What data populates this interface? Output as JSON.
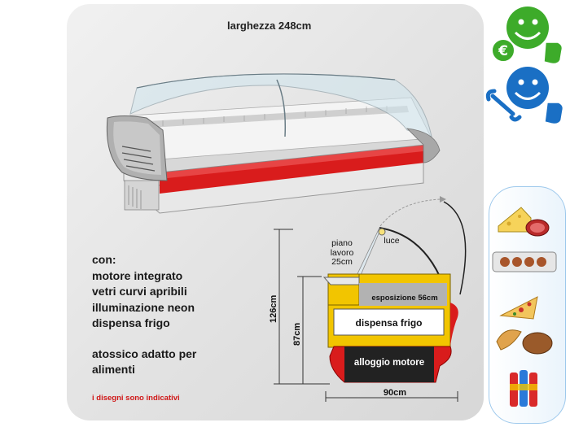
{
  "title": "larghezza 248cm",
  "features": {
    "heading": "con:",
    "items": [
      "motore integrato",
      "vetri curvi apribili",
      "illuminazione neon",
      "dispensa frigo"
    ],
    "extra": [
      "atossico adatto per",
      "alimenti"
    ]
  },
  "note": "i disegni sono indicativi",
  "diagram": {
    "piano_lavoro": [
      "piano",
      "lavoro",
      "25cm"
    ],
    "luce": "luce",
    "esposizione": "esposizione 56cm",
    "dispensa": "dispensa frigo",
    "alloggio": "alloggio motore",
    "height_total": "126cm",
    "height_counter": "87cm",
    "depth": "90cm"
  },
  "badges": [
    "euro-smiley-thumbs-up-icon",
    "wrench-smiley-thumbs-up-icon"
  ],
  "product_icons": [
    "cheese-salami-icon",
    "tray-icon",
    "pizza-slice-icon",
    "croissant-bread-icon",
    "drink-bottles-icon"
  ],
  "colors": {
    "accent_red": "#d91c1c",
    "accent_yellow": "#f2c500",
    "green": "#3dab2a",
    "blue": "#1a6fc4"
  }
}
